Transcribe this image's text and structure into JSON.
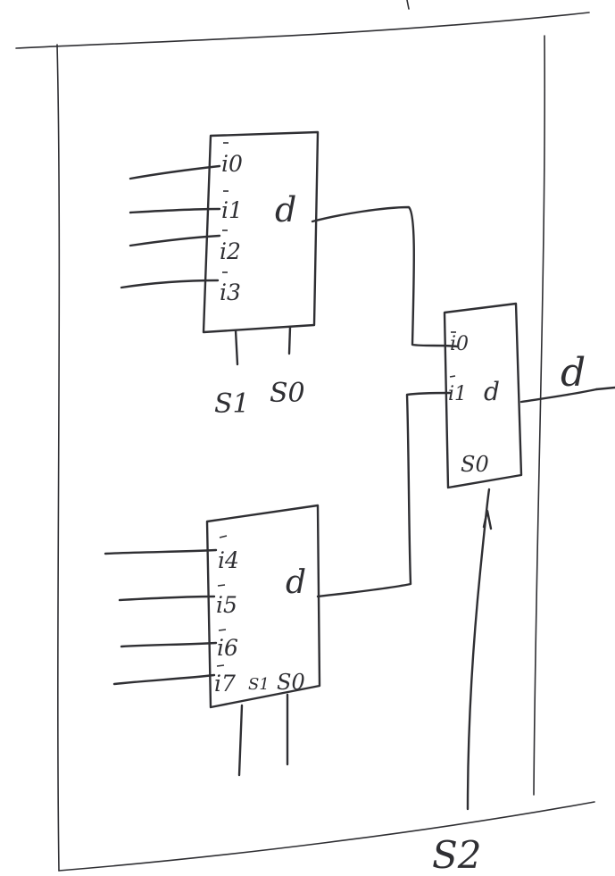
{
  "diagram": {
    "mux_top": {
      "inputs": [
        "i0",
        "i1",
        "i2",
        "i3"
      ],
      "output": "d",
      "selects": [
        "S1",
        "S0"
      ]
    },
    "mux_bottom": {
      "inputs": [
        "i4",
        "i5",
        "i6",
        "i7"
      ],
      "output": "d",
      "selects": [
        "S1",
        "S0"
      ]
    },
    "mux_final": {
      "inputs": [
        "i0",
        "i1"
      ],
      "output": "d",
      "select": "S0"
    },
    "final_output": "d",
    "final_select": "S2"
  }
}
